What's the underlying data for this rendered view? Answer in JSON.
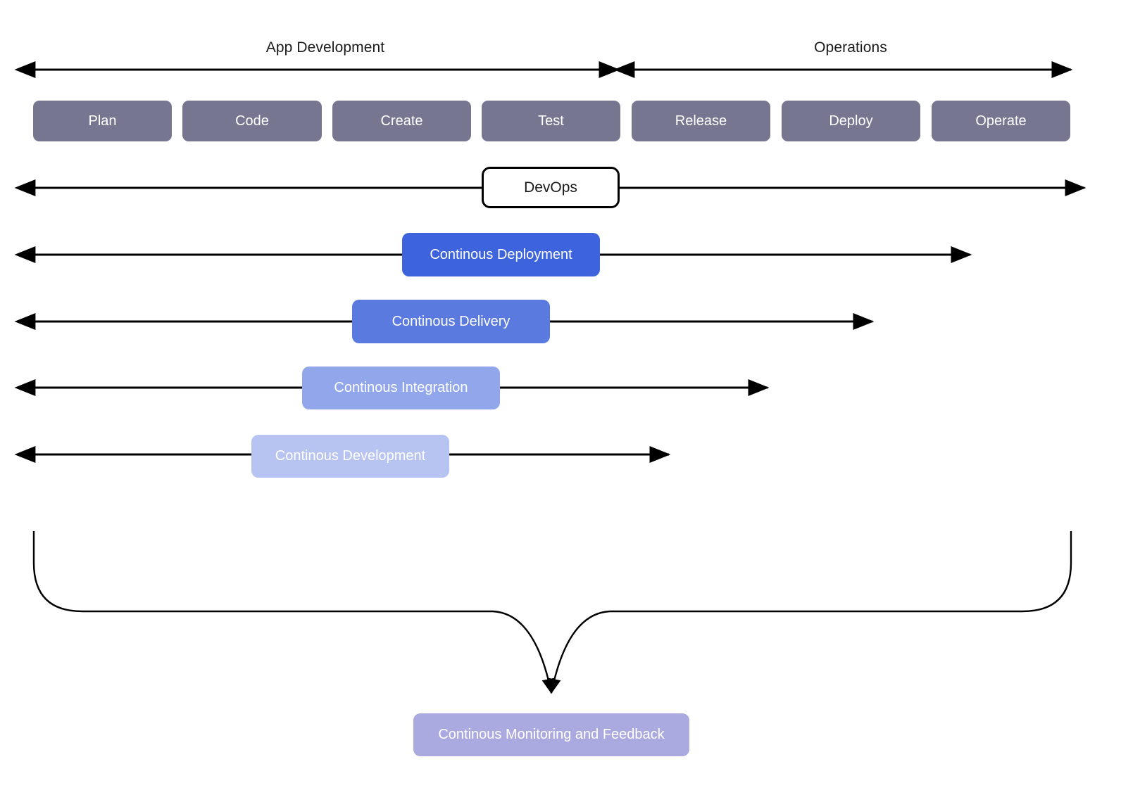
{
  "diagram": {
    "title_phases": [
      {
        "label": "App Development"
      },
      {
        "label": "Operations"
      }
    ],
    "stages": [
      {
        "label": "Plan"
      },
      {
        "label": "Code"
      },
      {
        "label": "Create"
      },
      {
        "label": "Test"
      },
      {
        "label": "Release"
      },
      {
        "label": "Deploy"
      },
      {
        "label": "Operate"
      }
    ],
    "devops": {
      "label": "DevOps"
    },
    "practices": [
      {
        "label": "Continous Deployment",
        "color": "#3d63dd"
      },
      {
        "label": "Continous Delivery",
        "color": "#5b7ae0"
      },
      {
        "label": "Continous Integration",
        "color": "#92a6ec"
      },
      {
        "label": "Continous Development",
        "color": "#b7c3f0"
      }
    ],
    "feedback": {
      "label": "Continous Monitoring and Feedback",
      "color": "#aaa9e0"
    },
    "colors": {
      "stage_fill": "#767690",
      "line": "#000000",
      "text_dark": "#1a1a1a",
      "text_light": "#ffffff",
      "background": "#ffffff"
    }
  }
}
